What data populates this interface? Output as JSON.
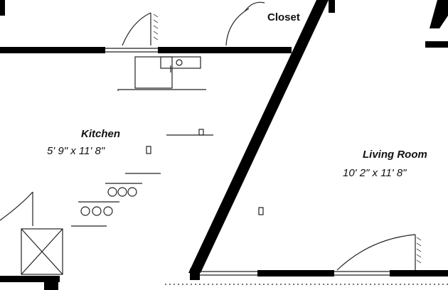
{
  "rooms": {
    "closet": {
      "name": "Closet"
    },
    "kitchen": {
      "name": "Kitchen",
      "dimensions": "5' 9\" x 11' 8\""
    },
    "living_room": {
      "name": "Living Room",
      "dimensions": "10' 2\" x 11' 8\""
    }
  },
  "colors": {
    "wall": "#000000",
    "background": "#ffffff",
    "line": "#222222"
  }
}
